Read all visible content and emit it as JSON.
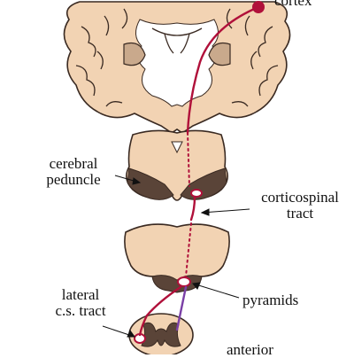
{
  "labels": {
    "cortex": "cortex",
    "cerebral_line1": "cerebral",
    "cerebral_line2": "peduncle",
    "corticospinal_line1": "corticospinal",
    "corticospinal_line2": "tract",
    "pyramids": "pyramids",
    "lateral_line1": "lateral",
    "lateral_line2": "c.s. tract",
    "anterior": "anterior"
  },
  "colors": {
    "tissue": "#f2d3b3",
    "tissue_outline": "#3a2a22",
    "white_matter": "#ffffff",
    "dark_region": "#5a4438",
    "ventricle_tone": "#c9a98c",
    "tract": "#b0103a",
    "tract_alt": "#7a3fa6",
    "text": "#111111"
  }
}
